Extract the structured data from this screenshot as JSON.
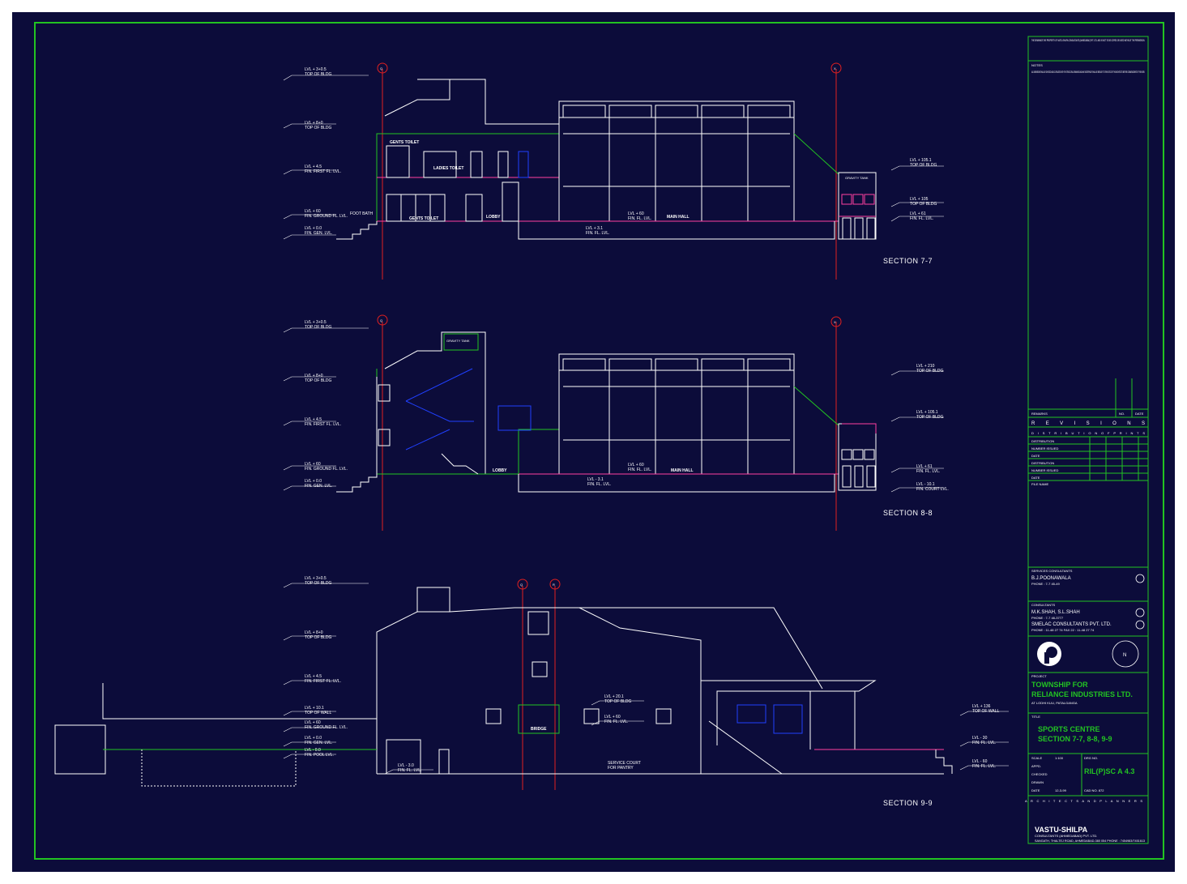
{
  "sheet": {
    "accent_colors": {
      "background": "#0c0c3a",
      "border": "#22c322",
      "line": "#ffffff",
      "grid": "#e02020",
      "rail": "#2020ff",
      "floor": "#ff40a0"
    }
  },
  "sections": [
    {
      "caption": "SECTION 7-7"
    },
    {
      "caption": "SECTION 8-8"
    },
    {
      "caption": "SECTION 9-9"
    }
  ],
  "grid_labels": {
    "s77_left": "Q",
    "s77_right": "X",
    "s88_left": "Q",
    "s88_right": "X",
    "s99_a": "Q",
    "s99_b": "R"
  },
  "levels_s77": {
    "l1": "LVL + 3+0.5",
    "l1b": "TOP OF BLDG",
    "l2": "LVL + 8+0",
    "l2b": "TOP OF BLDG",
    "l3": "LVL + 4.5",
    "l3b": "FIN. FIRST FL. LVL.",
    "l4": "LVL + 60",
    "l4b": "FIN. GROUND FL. LVL.",
    "l5": "LVL + 0.0",
    "l5b": "FIN. GEN. LVL.",
    "r1": "LVL + 105.1",
    "r1b": "TOP OF BLDG",
    "r2": "LVL + 105",
    "r2b": "TOP OF BLDG",
    "r3": "LVL + 61",
    "r3b": "FIN. FL. LVL.",
    "m1": "LVL + 60",
    "m1b": "FIN. FL. LVL.",
    "m2": "LVL + 3.1",
    "m2b": "FIN. FL. LVL."
  },
  "levels_s88": {
    "l1": "LVL + 3+0.5",
    "l1b": "TOP OF BLDG",
    "l2": "LVL + 8+0",
    "l2b": "TOP OF BLDG",
    "l3": "LVL + 4.5",
    "l3b": "FIN. FIRST FL. LVL.",
    "l4": "LVL + 60",
    "l4b": "FIN. GROUND FL. LVL.",
    "l5": "LVL + 0.0",
    "l5b": "FIN. GEN. LVL.",
    "r1": "LVL + 210",
    "r1b": "TOP OF BLDG",
    "r2": "LVL + 105.1",
    "r2b": "TOP OF BLDG",
    "r3": "LVL + 61",
    "r3b": "FIN. FL. LVL.",
    "r4": "LVL - 10.1",
    "r4b": "FIN. COURT LVL.",
    "m1": "LVL + 60",
    "m1b": "FIN. FL. LVL.",
    "m2": "LVL - 3.1",
    "m2b": "FIN. FL. LVL."
  },
  "levels_s99": {
    "l1": "LVL + 3+0.5",
    "l1b": "TOP OF BLDG",
    "l2": "LVL + 8+0",
    "l2b": "TOP OF BLDG",
    "l3": "LVL + 4.5",
    "l3b": "FIN. FIRST FL. LVL.",
    "l4": "LVL + 10.1",
    "l4b": "TOP OF WALL",
    "l5": "LVL + 60",
    "l5b": "FIN. GROUND FL. LVL.",
    "l6": "LVL + 0.0",
    "l6b": "FIN. GEN. LVL.",
    "l7": "LVL - 0.0",
    "l7b": "FIN. POOL LVL.",
    "c1": "LVL + 20.1",
    "c1b": "TOP OF BLDG",
    "c2": "LVL + 60",
    "c2b": "FIN. FL. LVL.",
    "c3": "LVL - 3.0",
    "c3b": "FIN. FL. LVL.",
    "r1": "LVL + 136",
    "r1b": "TOP OF WALL",
    "r2": "LVL - 30",
    "r2b": "FIN. FL. LVL.",
    "r3": "LVL - 60",
    "r3b": "FIN. FL. LVL."
  },
  "rooms": {
    "gents_toilet": "GENTS TOILET",
    "ladies_toilet": "LADIES TOILET",
    "gents_toilet_2": "GENTS TOILET",
    "lobby": "LOBBY",
    "foot_bath": "FOOT BATH",
    "main_hall": "MAIN HALL",
    "lobby_2": "LOBBY",
    "main_hall_2": "MAIN HALL",
    "service_court": "SERVICE COURT",
    "for_pantry": "FOR PANTRY",
    "bridge": "BRIDGE",
    "gravity_tank": "GRAVITY TANK",
    "gravity_tank_2": "GRAVITY TANK"
  },
  "title_block": {
    "copyright": "THE DRAWINGS THE PROPERTY OF VASTU-SHILPA CONSULTANTS (AHMEDABAD) PVT. LTD. AND IS NOT TO BE COPIED OR USED WITHOUT THE PERMISSION.",
    "notes_heading": "NOTES",
    "notes_text": "ALL DIMENSIONS SHALL BE CHECKED AND CO-RELATED WITH THE STRUCTURAL DRAWINGS AND ANY DISCREPANCY SHALL BE BROUGHT TO THE NOTICE OF THE ARCHITECTS BEFORE COMMENCEMENT OF THE WORK.",
    "rev_col_1": "REMARKS",
    "rev_col_2": "NO.",
    "rev_col_3": "DATE",
    "revisions": "R E V I S I O N S",
    "distribution": "D I S T R I B U T I O N   O F   P R I N T S",
    "dist_rows": [
      "DISTRIBUTION",
      "NUMBER ISSUED",
      "DATE",
      "DISTRIBUTION",
      "NUMBER ISSUED",
      "DATE"
    ],
    "file_name": "FILE NAME",
    "services_label": "SERVICES CONSULTANTS",
    "services_name": "B.J.POONAWALA",
    "services_phone": "PHONE : 7-7 45-49",
    "consultant_label": "CONSULTANTS",
    "consultant_name": "M.K.SHAH, S.L.SHAH",
    "consultant_phone": "PHONE : 7-7 48-3777",
    "consultant_firm": "SMELAC CONSULTANTS PVT. LTD.",
    "consultant_phone2": "PHONE : 11-48 27 74   FAX 22 : 11-48 27 74",
    "north": "N",
    "project_label": "PROJECT",
    "project_line1": "TOWNSHIP FOR",
    "project_line2": "RELIANCE INDUSTRIES LTD.",
    "project_sub": "AT LODHI KULI, PATALGANGA",
    "title_label": "TITLE",
    "title_line1": "SPORTS CENTRE",
    "title_line2": "SECTION 7-7, 8-8, 9-9",
    "meta_keys": [
      "SCALE",
      "APPD.",
      "CHECKED",
      "DRAWN",
      "DATE"
    ],
    "meta_vals": [
      "1:100",
      "",
      "",
      "",
      "12-3-99"
    ],
    "drg_label": "DRG NO.",
    "drg_no": "RIL(P)SC A 4.3",
    "cad_no": "CAD NO. 872",
    "architects": "A R C H I T E C T S   A N D   P L A N N E R S",
    "firm": "VASTU-SHILPA",
    "firm_sub": "CONSULTANTS (AHMEDABAD) PVT. LTD.",
    "firm_addr": "SANGATH, THALTEJ ROAD, AHMEDABAD-380 054  PHONE : 7454983/7451613"
  }
}
